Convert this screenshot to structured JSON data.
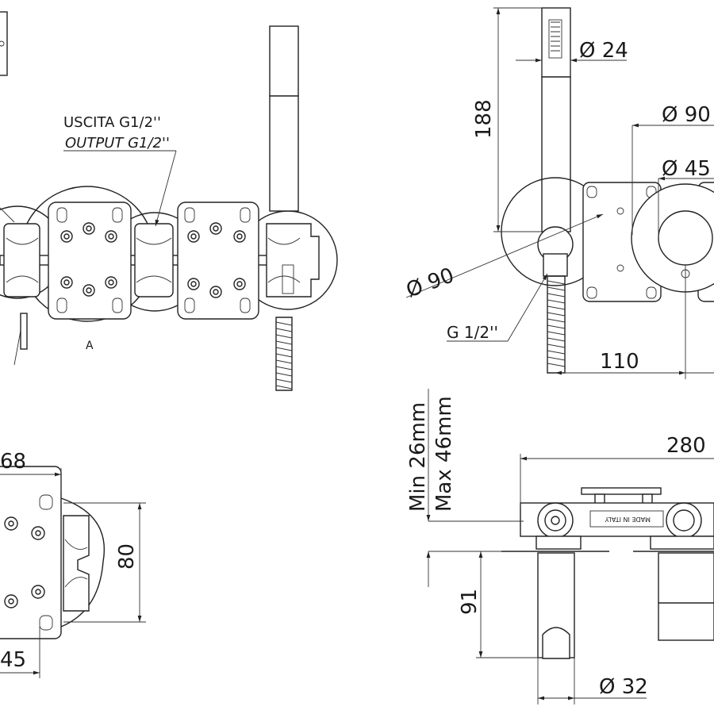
{
  "labels": {
    "output_it": "USCITA G1/2''",
    "output_en": "OUTPUT G1/2''",
    "section_a": "A",
    "thread": "G 1/2''",
    "made_in_italy": "MADE IN ITALY"
  },
  "dimensions": {
    "d24": "Ø 24",
    "d90_top": "Ø 90",
    "d45": "Ø 45",
    "h188": "188",
    "d90_left": "Ø 90",
    "w110": "110",
    "w280": "280",
    "wall_min": "Min 26mm",
    "wall_max": "Max 46mm",
    "h91": "91",
    "d32": "Ø 32",
    "w68": "68",
    "h80": "80",
    "w45": "45"
  }
}
